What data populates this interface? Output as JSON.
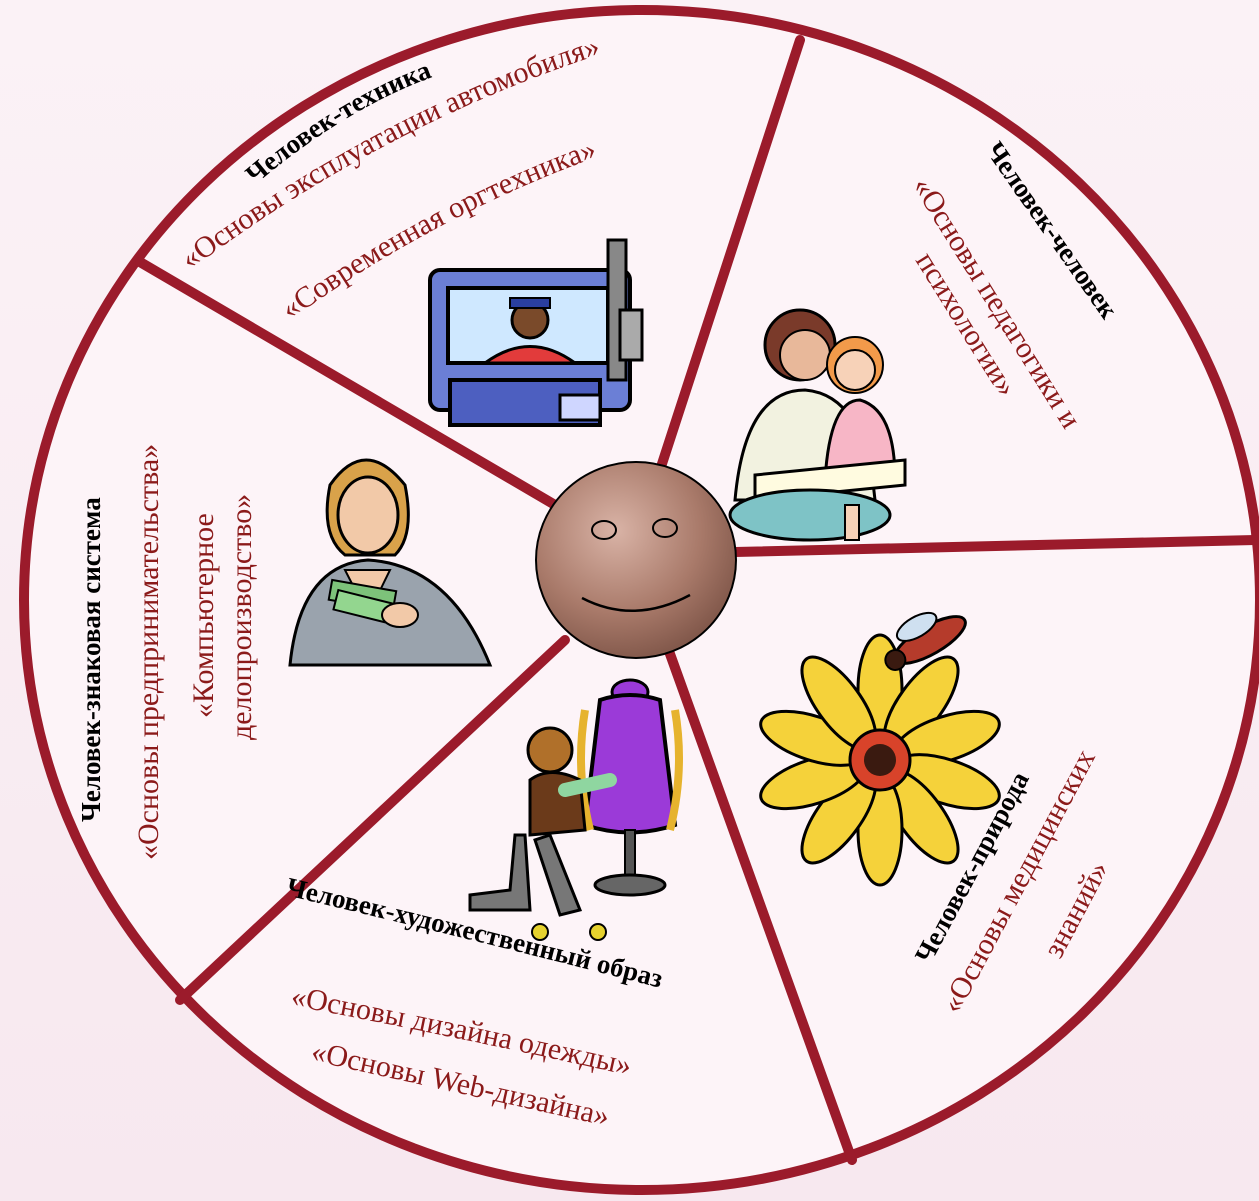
{
  "sectors": {
    "tech": {
      "title": "Человек-техника",
      "course1": "«Основы эксплуатации автомобиля»",
      "course2": "«Современная оргтехника»"
    },
    "human": {
      "title": "Человек-человек",
      "course1": "«Основы педагогики и",
      "course2": "психологии»"
    },
    "nature": {
      "title": "Человек-природа",
      "course1": "«Основы медицинских",
      "course2": "знаний»"
    },
    "art": {
      "title": "Человек-художественный образ",
      "course1": "«Основы дизайна одежды»",
      "course2": "«Основы Web-дизайна»"
    },
    "sign": {
      "title": "Человек-знаковая система",
      "course1": "«Основы предпринимательства»",
      "course2": "«Компьютерное",
      "course3": "делопроизводство»"
    }
  },
  "colors": {
    "ring": "#9b1b2b",
    "course_text": "#8b1a1a",
    "face": "#a97a6a",
    "background": "#fbf2f6"
  },
  "icons": [
    "truck-driver-icon",
    "mother-reading-icon",
    "flower-bee-icon",
    "dress-maker-icon",
    "businesswoman-money-icon",
    "smiley-face-icon"
  ]
}
